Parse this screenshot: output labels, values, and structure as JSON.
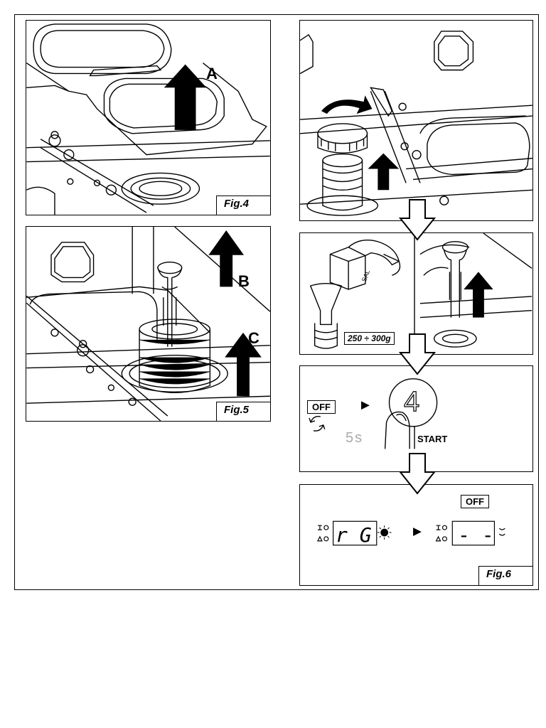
{
  "figures": {
    "fig4": {
      "label": "Fig.4",
      "arrow_letter": "A"
    },
    "fig5": {
      "label": "Fig.5",
      "arrow_letters": [
        "B",
        "C"
      ]
    },
    "fig6": {
      "label": "Fig.6",
      "salt_weight": "250 ÷ 300g",
      "salt_pack_text": "SAL",
      "off_button": "OFF",
      "delay_text": "5s",
      "program_number": "4",
      "start_label": "START",
      "display_regen": "r G",
      "display_idle": "- -"
    }
  },
  "icons": [
    "arrow-up-icon",
    "arrow-down-outline-icon",
    "play-triangle-icon",
    "cycle-arrows-icon",
    "finger-press-icon",
    "sun-indicator-icon"
  ]
}
